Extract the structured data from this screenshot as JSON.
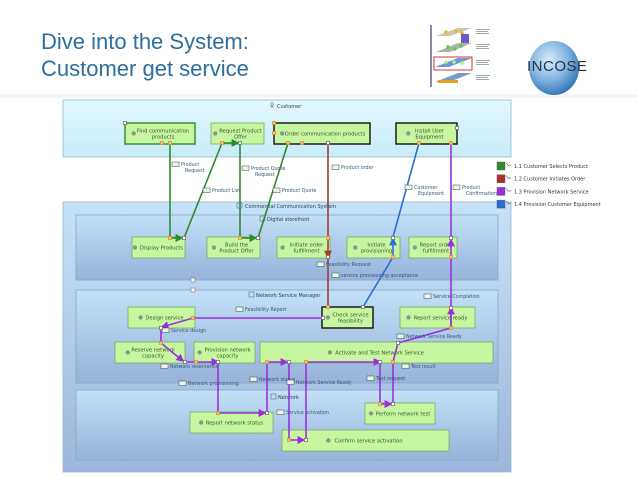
{
  "slide": {
    "title_line1": "Dive into the System:",
    "title_line2": "Customer get service",
    "logo_text": "INCOSE"
  },
  "containers": {
    "customer": "Customer",
    "commercial": "Commercial Communication System",
    "storefront": "Digital storefront",
    "nsm": "Network Service Manager",
    "network": "Network"
  },
  "functions": {
    "find": [
      "Find communication",
      "products"
    ],
    "request_offer": [
      "Request Product",
      "Offer"
    ],
    "order": [
      "Order communication products"
    ],
    "install": [
      "Install User",
      "Equipment"
    ],
    "display": [
      "Display Products"
    ],
    "build": [
      "Build the",
      "Product Offer"
    ],
    "initiate_order": [
      "Initiate order",
      "fulfillment"
    ],
    "initiate_prov": [
      "Initiate",
      "provisioning"
    ],
    "report_order": [
      "Report order",
      "fulfillment"
    ],
    "design": [
      "Design service"
    ],
    "check": [
      "Check service",
      "feasibility"
    ],
    "report_ready": [
      "Report service ready"
    ],
    "reserve": [
      "Reserve network",
      "capacity"
    ],
    "provision": [
      "Provision network",
      "capacity"
    ],
    "activate": [
      "Activate and Test Network Service"
    ],
    "report_status": [
      "Report network status"
    ],
    "perform_test": [
      "Perform network test"
    ],
    "confirm": [
      "Confirm service activation"
    ]
  },
  "exchanges": {
    "product_request": [
      "Product",
      "Request"
    ],
    "product_quote_request": [
      "Product Quote",
      "Request"
    ],
    "product_list": [
      "Product List"
    ],
    "product_quote": [
      "Product Quote"
    ],
    "product_order": [
      "Product order"
    ],
    "customer_equipment": [
      "Customer",
      "Equipment"
    ],
    "product_confirmation": [
      "Product",
      "Confirmation"
    ],
    "feasibility_request": [
      "Feasibility Request"
    ],
    "prov_acceptance": [
      "service provisioning acceptance"
    ],
    "feasibility_report": [
      "Feasibility Report"
    ],
    "service_completion": [
      "Service Completion"
    ],
    "service_design": [
      "Service design"
    ],
    "network_reservation": [
      "Network reservation"
    ],
    "network_service_ready_1": [
      "Network Service Ready"
    ],
    "test_result": [
      "Test result"
    ],
    "network_provisioning": [
      "Network provisioning"
    ],
    "network_status": [
      "Network status"
    ],
    "network_service_ready_2": [
      "Network Service Ready"
    ],
    "test_request": [
      "Test request"
    ],
    "service_activation": [
      "Service activation"
    ]
  },
  "legend": [
    {
      "label": "1.1 Customer Selects Product",
      "color": "#2e8b2e"
    },
    {
      "label": "1.2 Customer Initiates Order",
      "color": "#b0302a"
    },
    {
      "label": "1.3 Provision Network Service",
      "color": "#9b30e0"
    },
    {
      "label": "1.4 Provision Customer Equipment",
      "color": "#2a6fd6"
    }
  ],
  "colors": {
    "scenario_1_1": "#2e8b2e",
    "scenario_1_2": "#a0402e",
    "scenario_1_3": "#9b30e0",
    "scenario_1_4": "#2a6fd6",
    "function_fill": "#c8f5a0",
    "function_stroke": "#6aa84f",
    "title": "#2e6e9e"
  }
}
